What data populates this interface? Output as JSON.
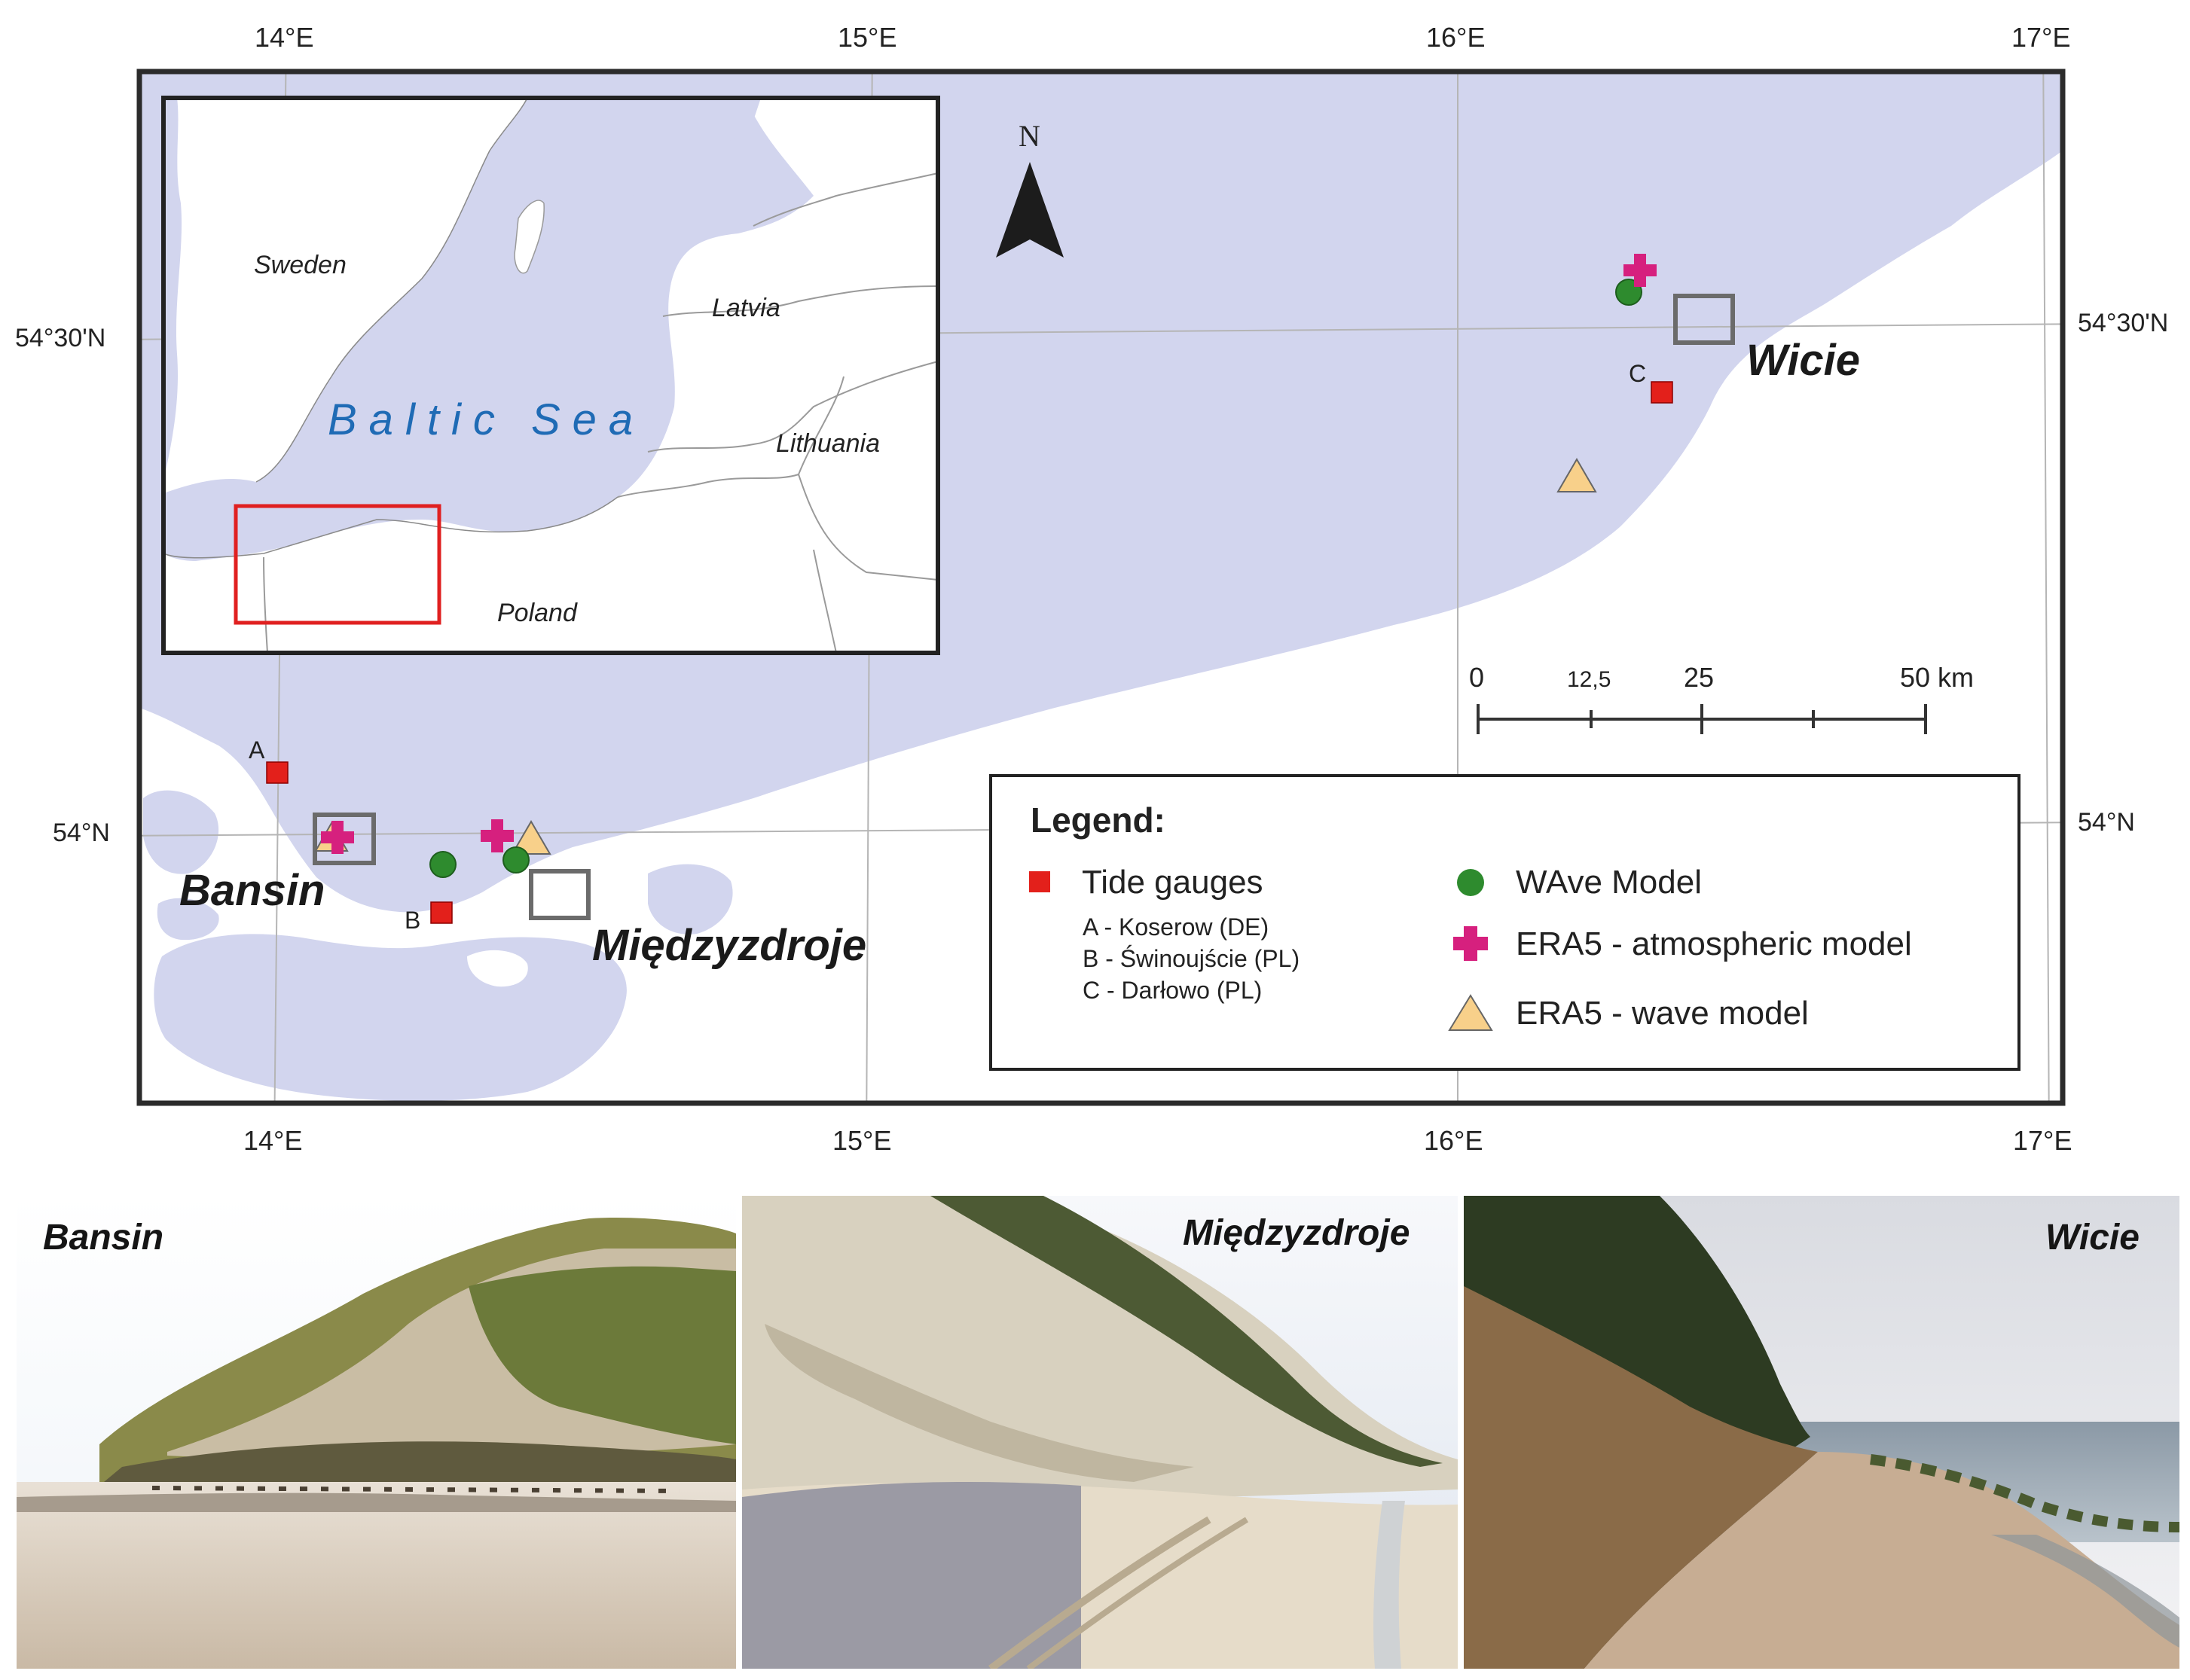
{
  "colors": {
    "sea": "#d2d5ee",
    "frame": "#2b2b2b",
    "grid": "#b5b5b5",
    "tide_gauge": "#e3201b",
    "wave_model": "#2e8b2e",
    "era5_atmo": "#d6207e",
    "era5_wave": "#f8d08a",
    "study_box": "#6b6b6b",
    "inset_box": "#e02020",
    "baltic_text": "#1f6bb5"
  },
  "map": {
    "lon_labels_top": [
      "14°E",
      "15°E",
      "16°E",
      "17°E"
    ],
    "lon_labels_bottom": [
      "14°E",
      "15°E",
      "16°E",
      "17°E"
    ],
    "lat_labels_left": [
      "54°30'N",
      "54°N"
    ],
    "lat_labels_right": [
      "54°30'N",
      "54°N"
    ],
    "north_arrow": {
      "label": "N",
      "icon": "north-arrow-icon"
    },
    "scale_bar": {
      "labels": [
        "0",
        "12,5",
        "25",
        "50 km"
      ]
    },
    "site_labels": {
      "bansin": "Bansin",
      "miedzyzdroje": "Międzyzdroje",
      "wicie": "Wicie"
    },
    "gauge_letters": {
      "a": "A",
      "b": "B",
      "c": "C"
    }
  },
  "inset": {
    "labels": {
      "sweden": "Sweden",
      "latvia": "Latvia",
      "lithuania": "Lithuania",
      "poland": "Poland",
      "baltic": "Baltic Sea"
    }
  },
  "legend": {
    "title": "Legend:",
    "tide_gauges": "Tide gauges",
    "gauge_a": "A - Koserow (DE)",
    "gauge_b": "B - Świnoujście (PL)",
    "gauge_c": "C - Darłowo (PL)",
    "wave_model": "WAve Model",
    "era5_atmo": "ERA5 - atmospheric model",
    "era5_wave": "ERA5 - wave model"
  },
  "photos": [
    {
      "title": "Bansin"
    },
    {
      "title": "Międzyzdroje"
    },
    {
      "title": "Wicie"
    }
  ]
}
